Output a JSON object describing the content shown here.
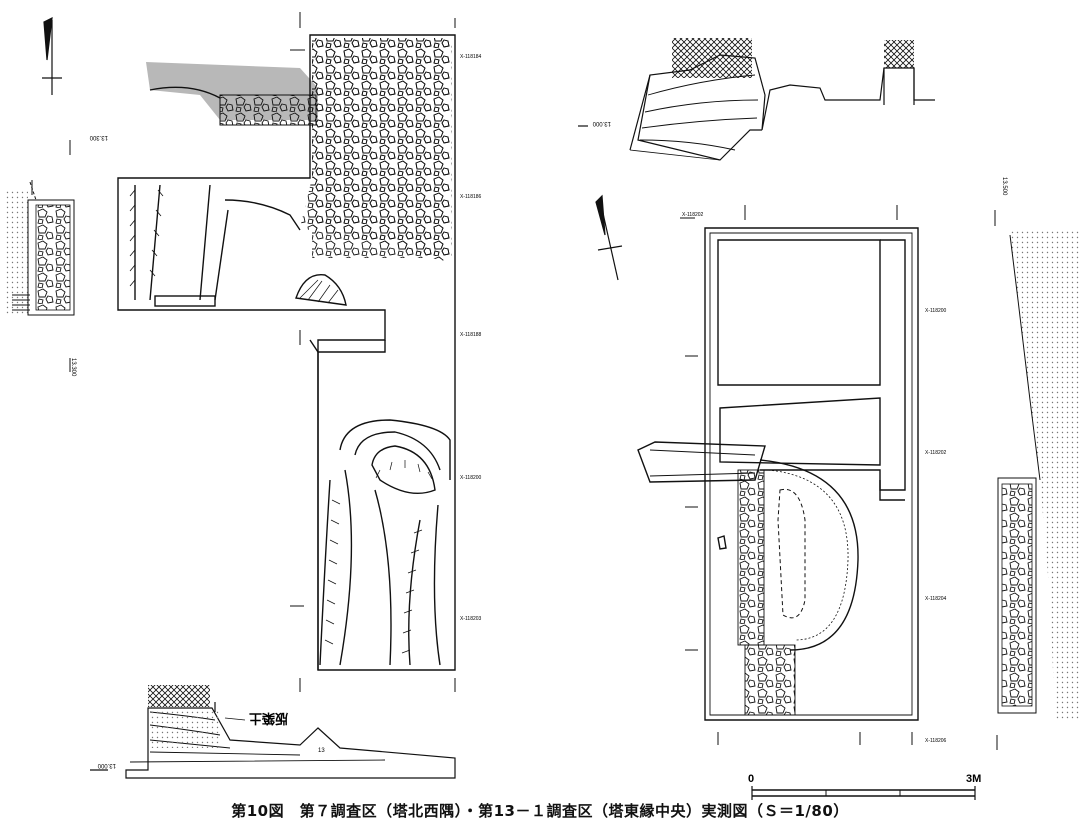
{
  "figure": {
    "caption": "第10図　第７調査区（塔北西隅）・第13－１調査区（塔東縁中央）実測図（Ｓ＝1/80）"
  },
  "labels": {
    "fill_soil": "版築土",
    "scale_start": "0",
    "scale_end": "3M",
    "level_left_top": "13.300",
    "level_left_bottom": "13.300",
    "level_left_section": "13.000",
    "level_right_top": "13.000",
    "level_right_side": "13.500",
    "coord_left_1": "X-118184",
    "coord_left_2": "X-118186",
    "coord_left_3": "X-118188",
    "coord_left_4": "X-118200",
    "coord_left_5": "X-118203",
    "coord_right_1": "X-118202",
    "coord_right_2": "X-118200",
    "coord_right_3": "X-118202",
    "coord_right_4": "X-118204",
    "coord_right_5": "X-118206",
    "section_number": "13"
  },
  "colors": {
    "ink": "#111111",
    "shade": "#b8b8b8",
    "paper": "#ffffff"
  }
}
